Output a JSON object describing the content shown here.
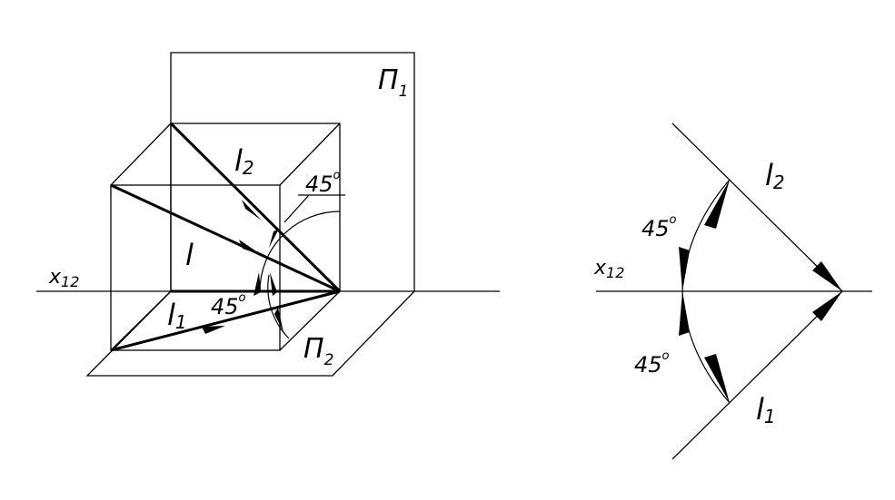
{
  "left": {
    "plane_upper": {
      "letter": "Π",
      "sub": "1"
    },
    "plane_lower": {
      "letter": "Π",
      "sub": "2"
    },
    "axis": {
      "letter": "x",
      "sub": "12"
    },
    "line": "l",
    "line_front": {
      "letter": "l",
      "sub": "2"
    },
    "line_top": {
      "letter": "l",
      "sub": "1"
    },
    "angle_upper": {
      "value": "45",
      "degree": "o"
    },
    "angle_lower": {
      "value": "45",
      "degree": "o"
    }
  },
  "right": {
    "axis": {
      "letter": "x",
      "sub": "12"
    },
    "line_upper": {
      "letter": "l",
      "sub": "2"
    },
    "line_lower": {
      "letter": "l",
      "sub": "1"
    },
    "angle_upper": {
      "value": "45",
      "degree": "o"
    },
    "angle_lower": {
      "value": "45",
      "degree": "o"
    }
  }
}
